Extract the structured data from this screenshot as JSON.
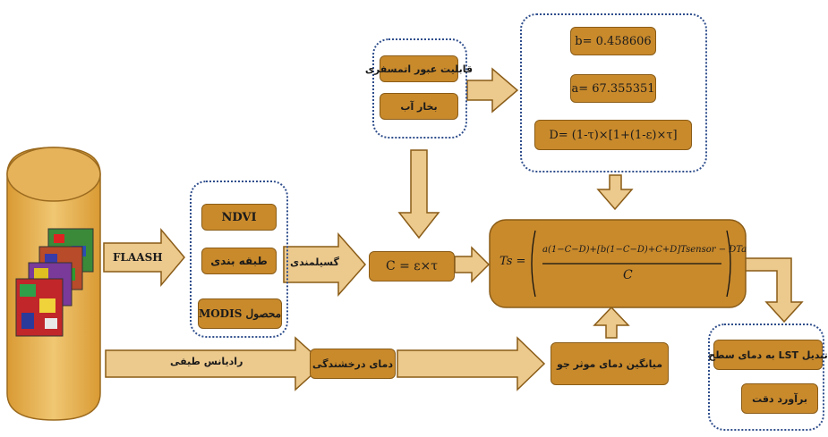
{
  "left_arrow_label": "FLAASH",
  "middle_arrow_label": "گسیلمندی",
  "bottom_arrow1_label": "رادیانس طیفی",
  "bottom_box1": "دمای درخشندگی",
  "bottom_box2": "میانگین دمای موثر جو",
  "group_left": {
    "items": [
      "NDVI",
      "طبقه بندی",
      "محصول MODIS"
    ]
  },
  "group_top_small": {
    "items": [
      "قابلیت عبور اتمسفری",
      "بخار آب"
    ]
  },
  "group_top_right": {
    "items": [
      "b= 0.458606",
      "a= 67.355351",
      "D= (1-τ)×[1+(1-ε)×τ]"
    ]
  },
  "c_formula": "C = ε×τ",
  "main_formula": {
    "lhs": "Ts =",
    "numerator": "a(1−C−D)+[b(1−C−D)+C+D]Tsensor − DTa",
    "denominator": "C"
  },
  "group_bottom_right": {
    "items": [
      "تبدیل LST به دمای سطح",
      "برآورد دقت"
    ]
  },
  "colors": {
    "box": "#c98a2c",
    "box_light": "#ecc98d",
    "dashed_border": "#2f4e8c"
  }
}
